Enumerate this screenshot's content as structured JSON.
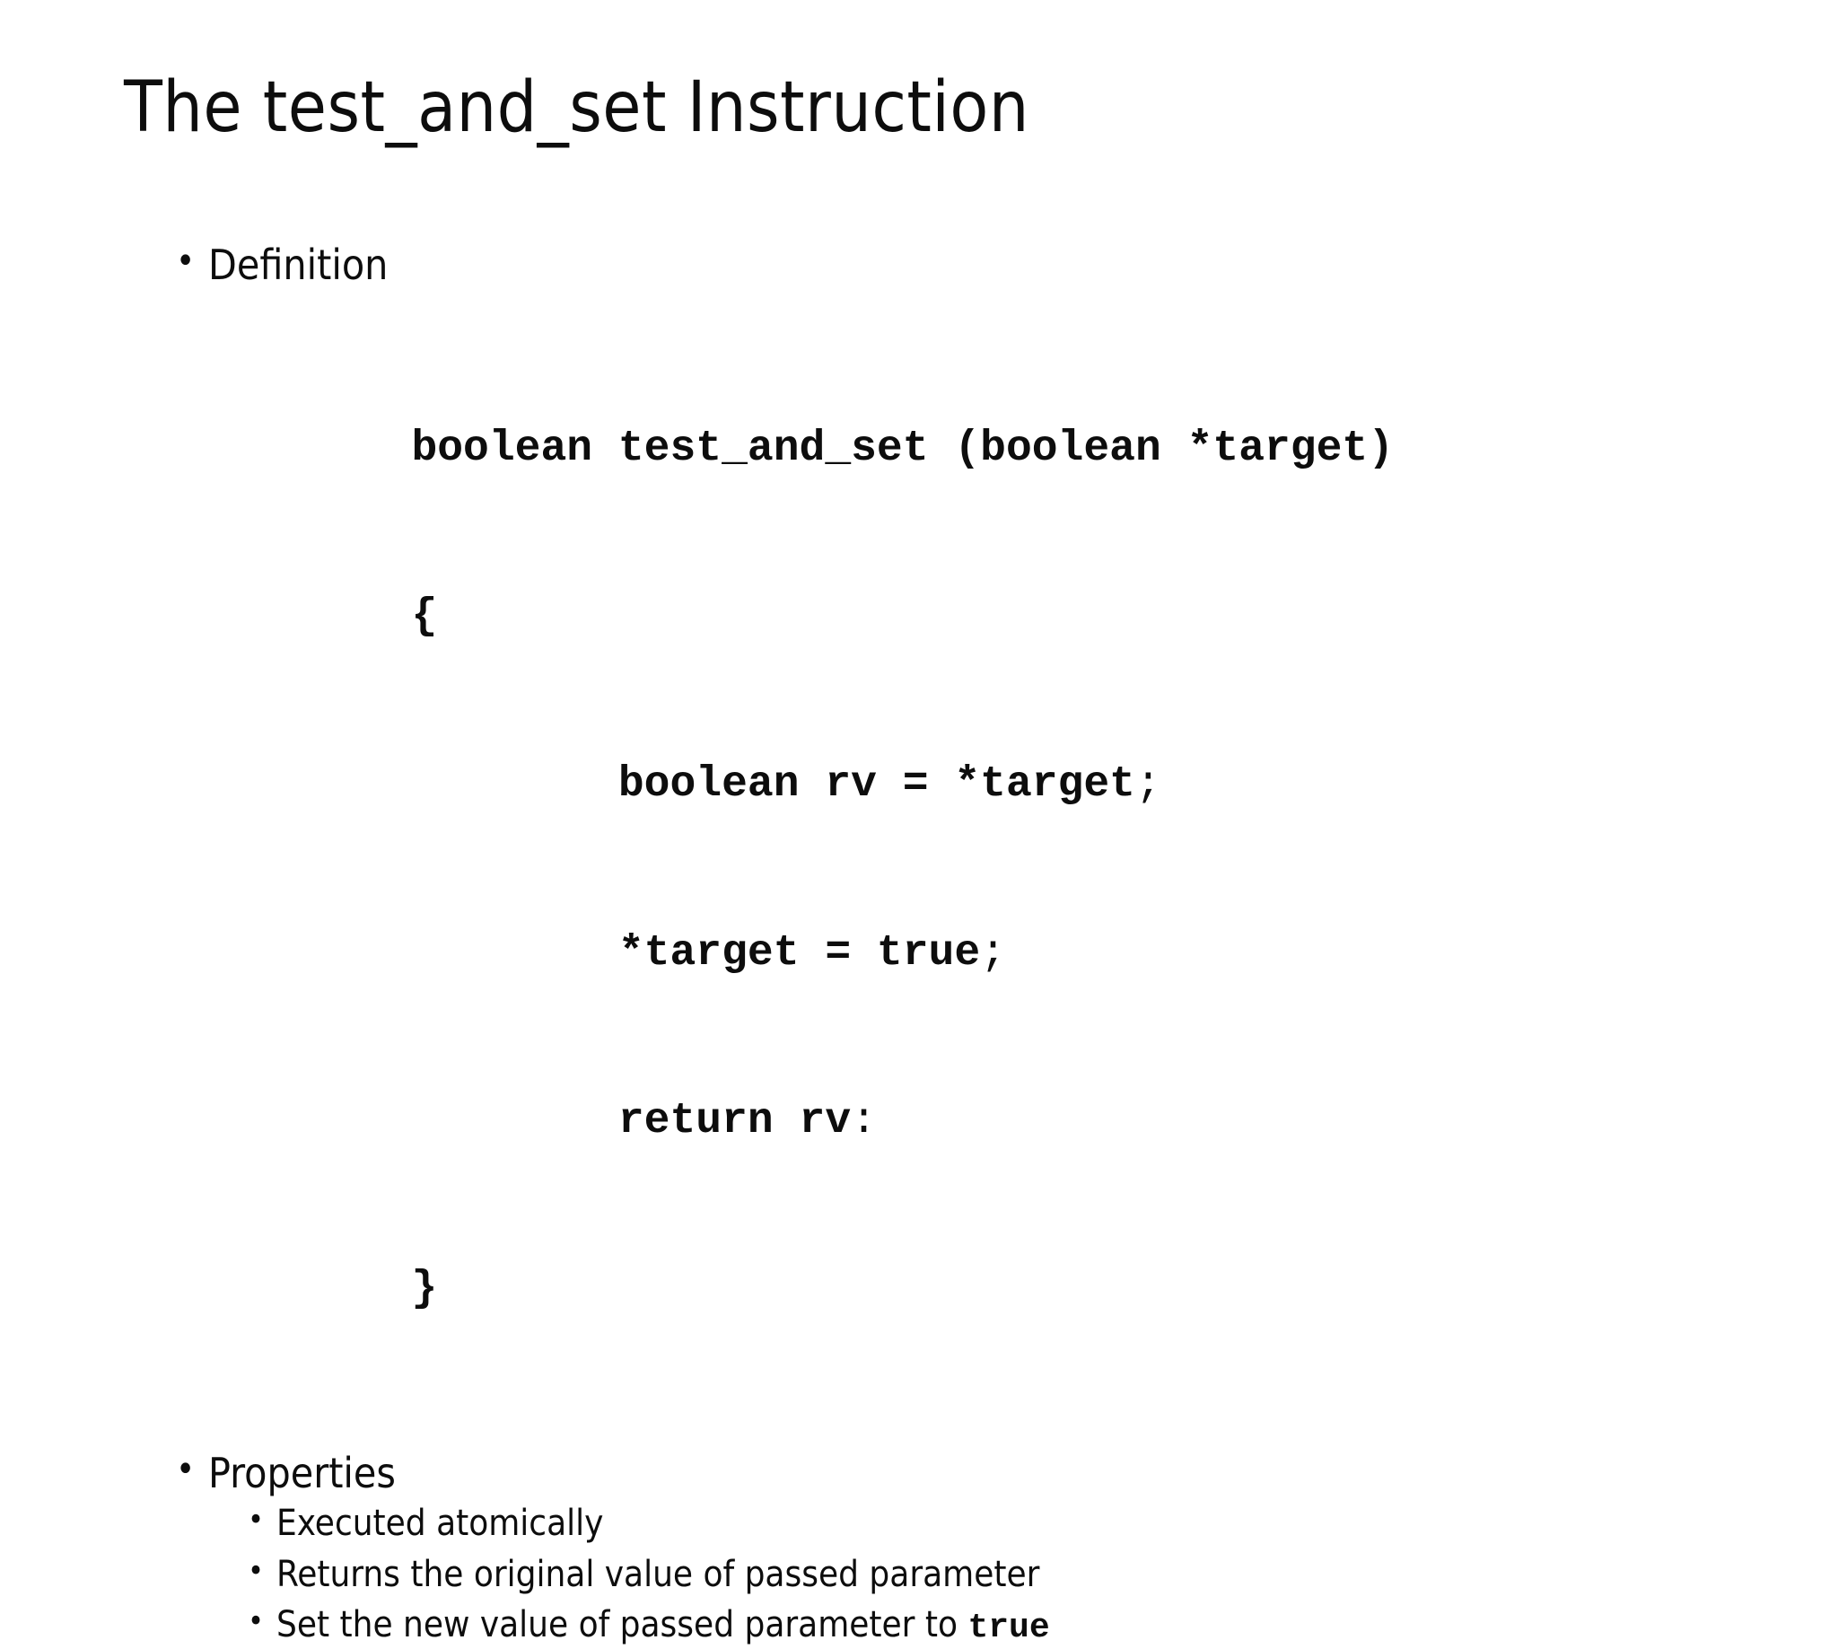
{
  "slide": {
    "title": "The test_and_set  Instruction",
    "background_color": "#ffffff",
    "text_color": "#0d0d0d",
    "bullet_glyph": "•"
  },
  "content": {
    "definition": {
      "label": "Definition",
      "code_lines": [
        "        boolean test_and_set (boolean *target)",
        "        {",
        "                boolean rv = *target;",
        "                *target = true;",
        "                return rv:",
        "        }"
      ],
      "code_display": {
        "signature": "boolean test_and_set (boolean *target)",
        "open_brace": "{",
        "stmt_1_code": "boolean rv = *target",
        "stmt_1_punct": ";",
        "stmt_2_code": "*target = true",
        "stmt_2_punct": ";",
        "stmt_3_code": "return rv",
        "stmt_3_punct": ":",
        "close_brace": "}"
      }
    },
    "properties": {
      "label": "Properties",
      "items": [
        {
          "text": "Executed atomically",
          "code_suffix": ""
        },
        {
          "text": "Returns the original value of passed parameter",
          "code_suffix": ""
        },
        {
          "text": "Set the new value of passed parameter to ",
          "code_suffix": "true"
        }
      ]
    }
  }
}
